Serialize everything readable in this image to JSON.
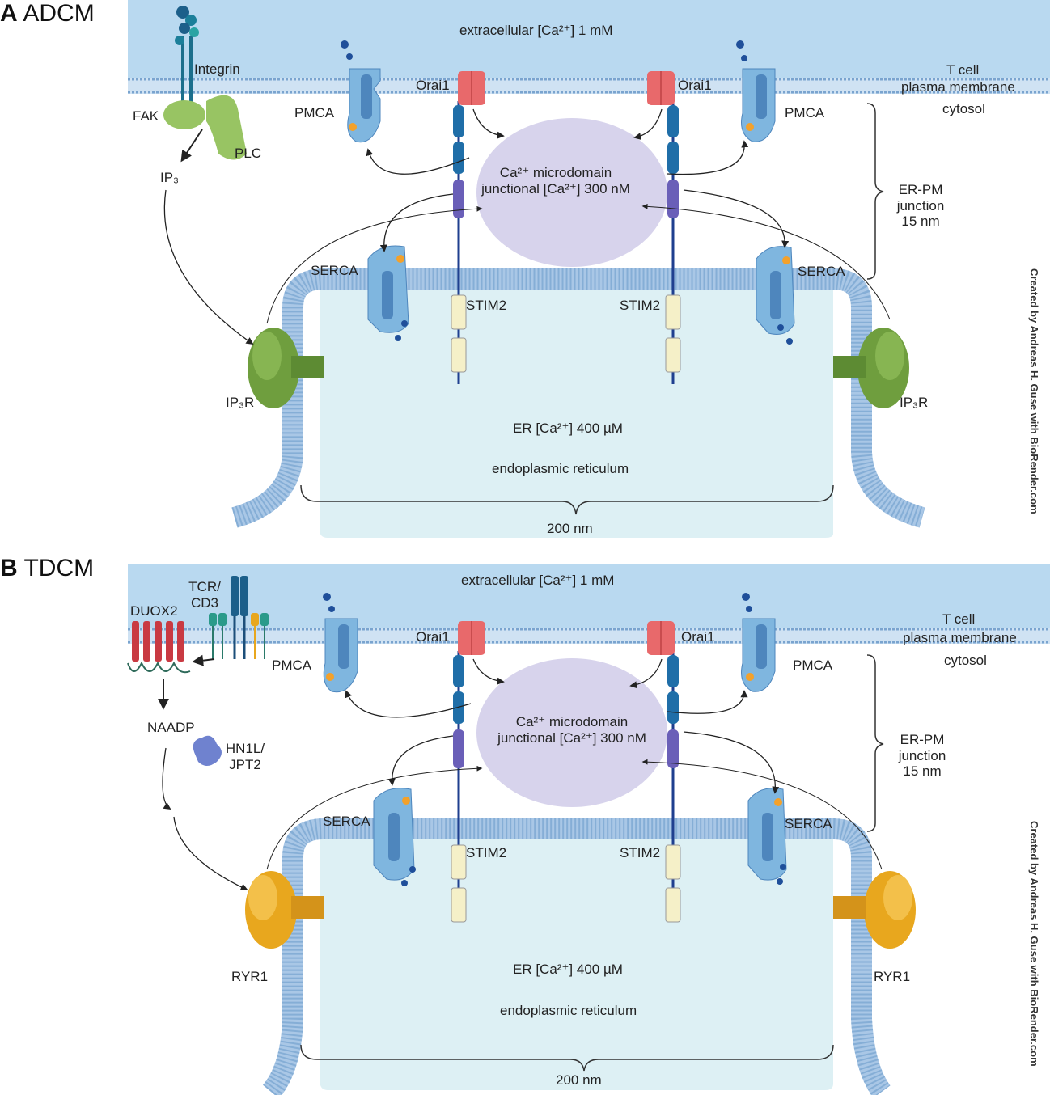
{
  "panels": [
    {
      "letter": "A",
      "title": "ADCM",
      "extracellular": "extracellular [Ca²⁺]  1 mM",
      "t_cell": "T cell",
      "plasma_membrane": "plasma membrane",
      "cytosol": "cytosol",
      "orai_left": "Orai1",
      "orai_right": "Orai1",
      "pmca_left": "PMCA",
      "pmca_right": "PMCA",
      "microdomain_line1": "Ca²⁺ microdomain",
      "microdomain_line2": "junctional [Ca²⁺]  300 nM",
      "junction_line1": "ER-PM",
      "junction_line2": "junction",
      "junction_line3": "15 nm",
      "serca_left": "SERCA",
      "serca_right": "SERCA",
      "stim_left": "STIM2",
      "stim_right": "STIM2",
      "channel_left": "IP₃R",
      "channel_right": "IP₃R",
      "er_ca": "ER [Ca²⁺]  400 µM",
      "er_name": "endoplasmic reticulum",
      "width": "200 nm",
      "credit": "Created by Andreas H. Guse with BioRender.com",
      "receptor": "Integrin",
      "fak": "FAK",
      "plc": "PLC",
      "messenger": "IP₃"
    },
    {
      "letter": "B",
      "title": "TDCM",
      "extracellular": "extracellular [Ca²⁺]  1 mM",
      "t_cell": "T cell",
      "plasma_membrane": "plasma membrane",
      "cytosol": "cytosol",
      "orai_left": "Orai1",
      "orai_right": "Orai1",
      "pmca_left": "PMCA",
      "pmca_right": "PMCA",
      "microdomain_line1": "Ca²⁺ microdomain",
      "microdomain_line2": "junctional [Ca²⁺]  300 nM",
      "junction_line1": "ER-PM",
      "junction_line2": "junction",
      "junction_line3": "15 nm",
      "serca_left": "SERCA",
      "serca_right": "SERCA",
      "stim_left": "STIM2",
      "stim_right": "STIM2",
      "channel_left": "RYR1",
      "channel_right": "RYR1",
      "er_ca": "ER [Ca²⁺]  400 µM",
      "er_name": "endoplasmic reticulum",
      "width": "200 nm",
      "credit": "Created by Andreas H. Guse with BioRender.com",
      "tcr_line1": "TCR/",
      "tcr_line2": "CD3",
      "duox": "DUOX2",
      "messenger": "NAADP",
      "hn1l_line1": "HN1L/",
      "hn1l_line2": "JPT2"
    }
  ],
  "colors": {
    "extracellular": "#b9d9f0",
    "membrane": "#8db3d8",
    "microdomain": "#d7d3ec",
    "er_lumen": "#ddf0f4",
    "orai": "#e8696b",
    "stim": "#f5f0c8",
    "stim_stalk": "#1f3f8f",
    "pmca": "#7fb6df",
    "ip3r": "#6f9e3e",
    "ryr1": "#e8a71e",
    "fak_plc": "#98c463",
    "integrin": "#1c7f9a",
    "duox": "#c93a42",
    "hn1l": "#6f82cf"
  }
}
